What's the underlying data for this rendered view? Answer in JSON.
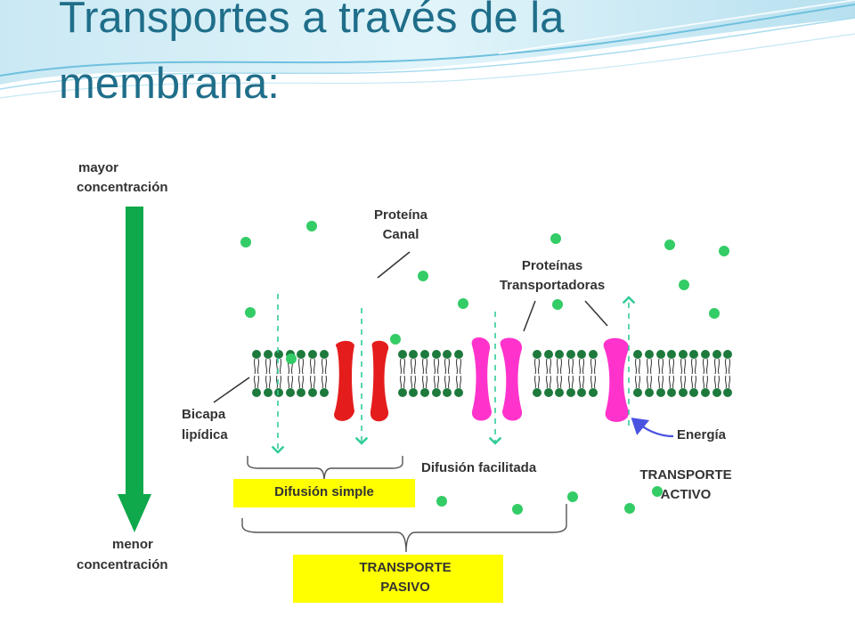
{
  "title": {
    "line1": "Transportes a través de la",
    "line2": "membrana:"
  },
  "gradient": {
    "top_line1": "mayor",
    "top_line2": "concentración",
    "bottom_line1": "menor",
    "bottom_line2": "concentración"
  },
  "labels": {
    "protein_channel_line1": "Proteína",
    "protein_channel_line2": "Canal",
    "carrier_line1": "Proteínas",
    "carrier_line2": "Transportadoras",
    "bilayer_line1": "Bicapa",
    "bilayer_line2": "lipídica",
    "energy": "Energía",
    "facilitated": "Difusión facilitada",
    "simple": "Difusión simple",
    "active_line1": "TRANSPORTE",
    "active_line2": "ACTIVO",
    "passive_line1": "TRANSPORTE",
    "passive_line2": "PASIVO"
  },
  "colors": {
    "title": "#1f6e8a",
    "arrow": "#0fa84a",
    "molecule": "#33cc66",
    "lipid": "#1d7a3c",
    "channel_protein": "#e51c1c",
    "carrier_protein": "#ff33cc",
    "highlight": "#ffff00",
    "energy_arrow": "#4a52e0",
    "dashed_path": "#33cc99"
  }
}
